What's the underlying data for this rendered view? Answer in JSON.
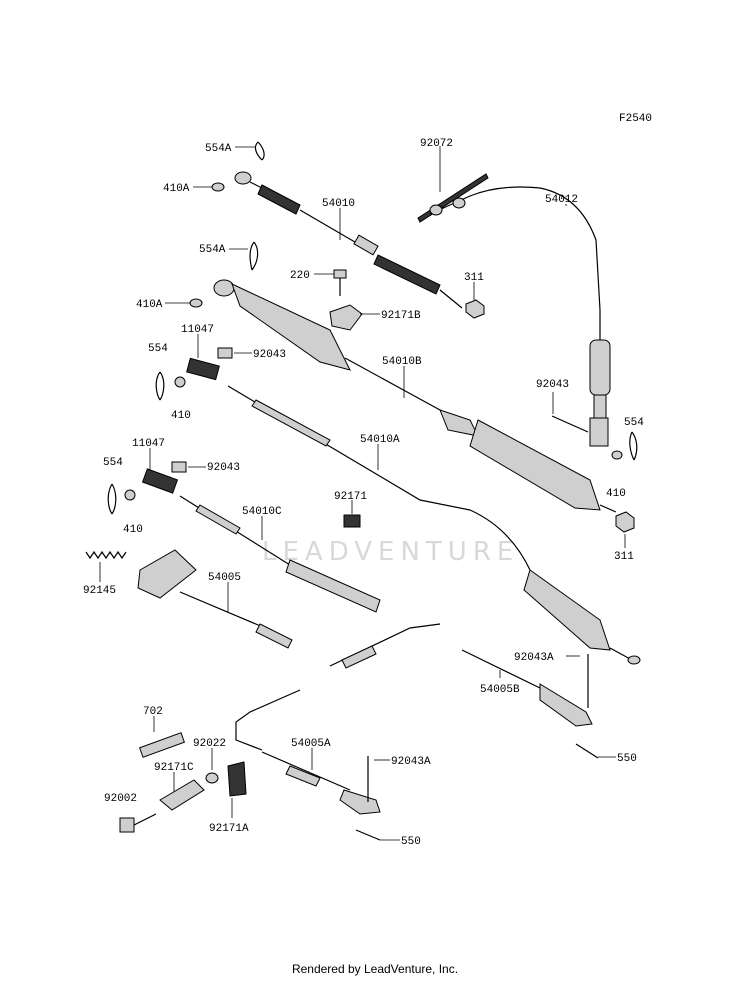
{
  "figure_code": "F2540",
  "watermark": "LEADVENTURE",
  "footer": "Rendered by LeadVenture, Inc.",
  "labels": {
    "p554A_top": "554A",
    "p410A_top": "410A",
    "p54010": "54010",
    "p92072": "92072",
    "p54012": "54012",
    "p554A_mid": "554A",
    "p220": "220",
    "p311_top": "311",
    "p410A_mid": "410A",
    "p92171B": "92171B",
    "p11047_top": "11047",
    "p92043_top": "92043",
    "p554_left": "554",
    "p54010B": "54010B",
    "p410_left": "410",
    "p92043_right": "92043",
    "p554_right": "554",
    "p11047_mid": "11047",
    "p54010A": "54010A",
    "p554_left2": "554",
    "p92043_mid": "92043",
    "p410_right": "410",
    "p92171": "92171",
    "p410_left2": "410",
    "p54010C": "54010C",
    "p311_bottom": "311",
    "p92145": "92145",
    "p54005": "54005",
    "p92043A_top": "92043A",
    "p54005B": "54005B",
    "p702": "702",
    "p550_top": "550",
    "p92022": "92022",
    "p54005A": "54005A",
    "p92043A_bottom": "92043A",
    "p92171C": "92171C",
    "p92002": "92002",
    "p92171A": "92171A",
    "p550_bottom": "550"
  }
}
